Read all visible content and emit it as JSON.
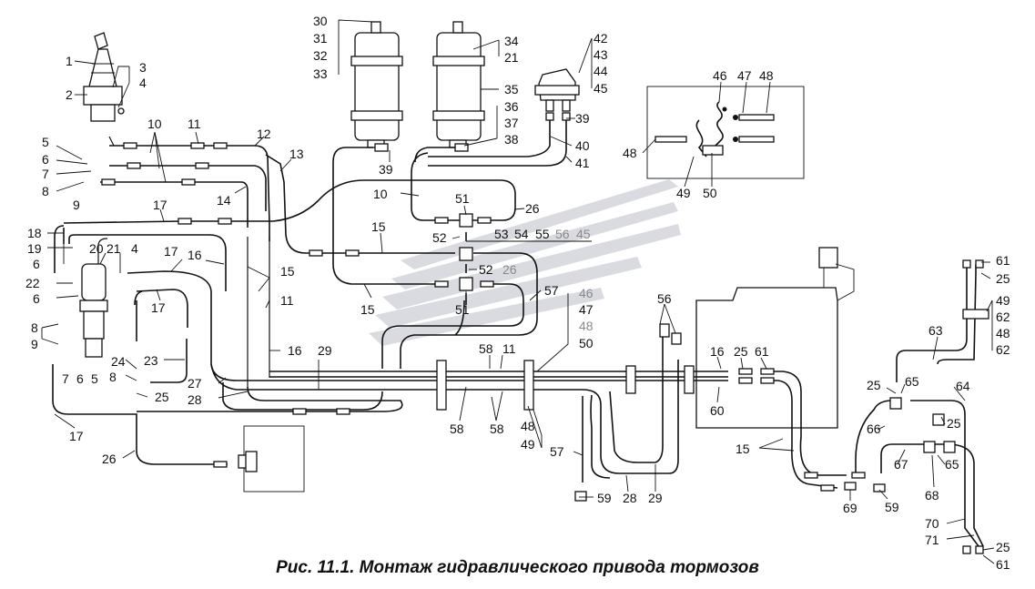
{
  "caption": "Рис. 11.1. Монтаж гидравлического привода тормозов",
  "callouts": [
    {
      "id": "c1",
      "text": "1"
    },
    {
      "id": "c2",
      "text": "2"
    },
    {
      "id": "c3",
      "text": "3"
    },
    {
      "id": "c4",
      "text": "4"
    },
    {
      "id": "c5a",
      "text": "5"
    },
    {
      "id": "c6a",
      "text": "6"
    },
    {
      "id": "c7a",
      "text": "7"
    },
    {
      "id": "c8a",
      "text": "8"
    },
    {
      "id": "c9a",
      "text": "9"
    },
    {
      "id": "c10a",
      "text": "10"
    },
    {
      "id": "c11a",
      "text": "11"
    },
    {
      "id": "c12",
      "text": "12"
    },
    {
      "id": "c13",
      "text": "13"
    },
    {
      "id": "c14",
      "text": "14"
    },
    {
      "id": "c17a",
      "text": "17"
    },
    {
      "id": "c18",
      "text": "18"
    },
    {
      "id": "c19",
      "text": "19"
    },
    {
      "id": "c6b",
      "text": "6"
    },
    {
      "id": "c20",
      "text": "20"
    },
    {
      "id": "c21a",
      "text": "21"
    },
    {
      "id": "c4b",
      "text": "4"
    },
    {
      "id": "c17b",
      "text": "17"
    },
    {
      "id": "c16a",
      "text": "16"
    },
    {
      "id": "c22",
      "text": "22"
    },
    {
      "id": "c6c",
      "text": "6"
    },
    {
      "id": "c17c",
      "text": "17"
    },
    {
      "id": "c15a",
      "text": "15"
    },
    {
      "id": "c11b",
      "text": "11"
    },
    {
      "id": "c8b",
      "text": "8"
    },
    {
      "id": "c9b",
      "text": "9"
    },
    {
      "id": "c7b",
      "text": "7"
    },
    {
      "id": "c6d",
      "text": "6"
    },
    {
      "id": "c5b",
      "text": "5"
    },
    {
      "id": "c24",
      "text": "24"
    },
    {
      "id": "c8c",
      "text": "8"
    },
    {
      "id": "c23",
      "text": "23"
    },
    {
      "id": "c16b",
      "text": "16"
    },
    {
      "id": "c25a",
      "text": "25"
    },
    {
      "id": "c27",
      "text": "27"
    },
    {
      "id": "c28a",
      "text": "28"
    },
    {
      "id": "c29a",
      "text": "29"
    },
    {
      "id": "c17d",
      "text": "17"
    },
    {
      "id": "c26a",
      "text": "26"
    },
    {
      "id": "c30",
      "text": "30"
    },
    {
      "id": "c31",
      "text": "31"
    },
    {
      "id": "c32",
      "text": "32"
    },
    {
      "id": "c33",
      "text": "33"
    },
    {
      "id": "c34",
      "text": "34"
    },
    {
      "id": "c21b",
      "text": "21"
    },
    {
      "id": "c35",
      "text": "35"
    },
    {
      "id": "c36",
      "text": "36"
    },
    {
      "id": "c37",
      "text": "37"
    },
    {
      "id": "c38",
      "text": "38"
    },
    {
      "id": "c39a",
      "text": "39"
    },
    {
      "id": "c39b",
      "text": "39"
    },
    {
      "id": "c40",
      "text": "40"
    },
    {
      "id": "c41",
      "text": "41"
    },
    {
      "id": "c42",
      "text": "42"
    },
    {
      "id": "c43",
      "text": "43"
    },
    {
      "id": "c44",
      "text": "44"
    },
    {
      "id": "c45a",
      "text": "45"
    },
    {
      "id": "c46a",
      "text": "46"
    },
    {
      "id": "c47a",
      "text": "47"
    },
    {
      "id": "c48a",
      "text": "48"
    },
    {
      "id": "c48b",
      "text": "48"
    },
    {
      "id": "c49a",
      "text": "49"
    },
    {
      "id": "c50a",
      "text": "50"
    },
    {
      "id": "c10b",
      "text": "10"
    },
    {
      "id": "c51a",
      "text": "51"
    },
    {
      "id": "c26b",
      "text": "26"
    },
    {
      "id": "c15b",
      "text": "15"
    },
    {
      "id": "c52a",
      "text": "52"
    },
    {
      "id": "c53",
      "text": "53"
    },
    {
      "id": "c54",
      "text": "54"
    },
    {
      "id": "c55",
      "text": "55"
    },
    {
      "id": "c56a",
      "text": "56"
    },
    {
      "id": "c45b",
      "text": "45"
    },
    {
      "id": "c52b",
      "text": "52"
    },
    {
      "id": "c26c",
      "text": "26"
    },
    {
      "id": "c15c",
      "text": "15"
    },
    {
      "id": "c51b",
      "text": "51"
    },
    {
      "id": "c57a",
      "text": "57"
    },
    {
      "id": "c46b",
      "text": "46"
    },
    {
      "id": "c47b",
      "text": "47"
    },
    {
      "id": "c48c",
      "text": "48"
    },
    {
      "id": "c50b",
      "text": "50"
    },
    {
      "id": "c58a",
      "text": "58"
    },
    {
      "id": "c11c",
      "text": "11"
    },
    {
      "id": "c58b",
      "text": "58"
    },
    {
      "id": "c58c",
      "text": "58"
    },
    {
      "id": "c48d",
      "text": "48"
    },
    {
      "id": "c49b",
      "text": "49"
    },
    {
      "id": "c57b",
      "text": "57"
    },
    {
      "id": "c59a",
      "text": "59"
    },
    {
      "id": "c28b",
      "text": "28"
    },
    {
      "id": "c29b",
      "text": "29"
    },
    {
      "id": "c56b",
      "text": "56"
    },
    {
      "id": "c16c",
      "text": "16"
    },
    {
      "id": "c25b",
      "text": "25"
    },
    {
      "id": "c61a",
      "text": "61"
    },
    {
      "id": "c60",
      "text": "60"
    },
    {
      "id": "c15d",
      "text": "15"
    },
    {
      "id": "c69",
      "text": "69"
    },
    {
      "id": "c59b",
      "text": "59"
    },
    {
      "id": "c63",
      "text": "63"
    },
    {
      "id": "c61b",
      "text": "61"
    },
    {
      "id": "c25c",
      "text": "25"
    },
    {
      "id": "c49c",
      "text": "49"
    },
    {
      "id": "c62a",
      "text": "62"
    },
    {
      "id": "c48e",
      "text": "48"
    },
    {
      "id": "c62b",
      "text": "62"
    },
    {
      "id": "c25d",
      "text": "25"
    },
    {
      "id": "c65a",
      "text": "65"
    },
    {
      "id": "c64",
      "text": "64"
    },
    {
      "id": "c66",
      "text": "66"
    },
    {
      "id": "c25e",
      "text": "25"
    },
    {
      "id": "c67",
      "text": "67"
    },
    {
      "id": "c65b",
      "text": "65"
    },
    {
      "id": "c68",
      "text": "68"
    },
    {
      "id": "c70",
      "text": "70"
    },
    {
      "id": "c71",
      "text": "71"
    },
    {
      "id": "c25f",
      "text": "25"
    },
    {
      "id": "c61c",
      "text": "61"
    }
  ]
}
